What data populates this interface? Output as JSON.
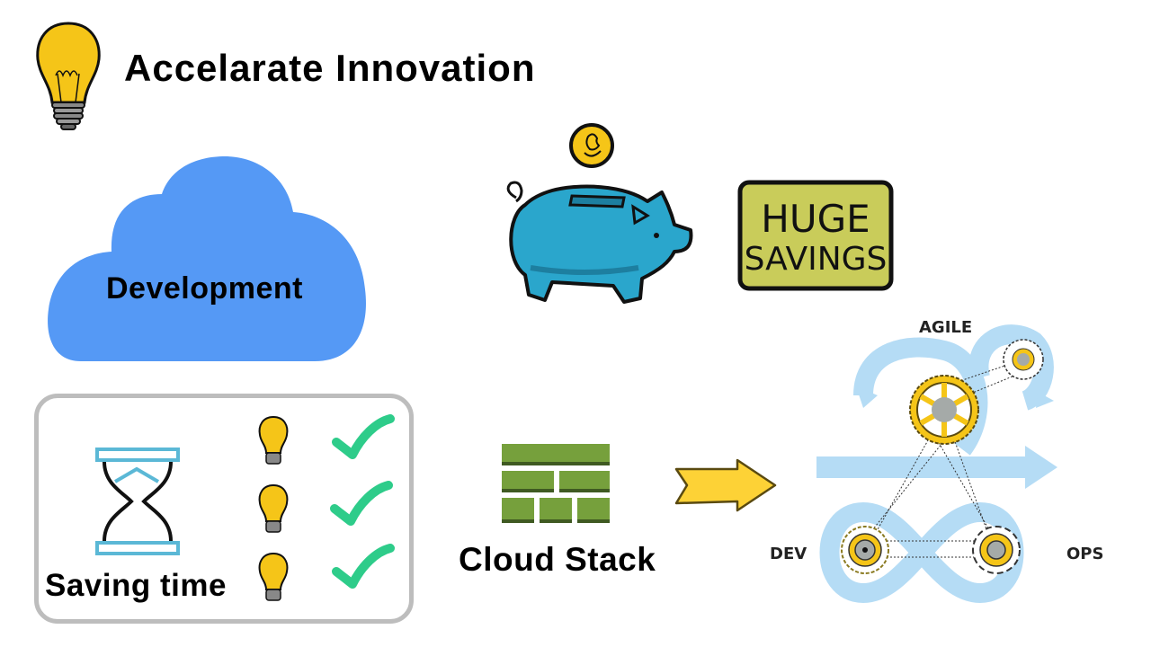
{
  "header": {
    "title": "Accelarate Innovation",
    "icon": "lightbulb-icon"
  },
  "cloud": {
    "label": "Development",
    "color": "#5599f5"
  },
  "savings": {
    "piggy_color": "#2aa6cc",
    "coin_color": "#f5c518",
    "sign_line1": "HUGE",
    "sign_line2": "SAVINGS",
    "sign_color": "#c9cc5a"
  },
  "saving_time_panel": {
    "label": "Saving time",
    "hourglass_color": "#5bb8d6",
    "items": [
      {
        "icon": "lightbulb-icon",
        "status": "check-icon"
      },
      {
        "icon": "lightbulb-icon",
        "status": "check-icon"
      },
      {
        "icon": "lightbulb-icon",
        "status": "check-icon"
      }
    ],
    "check_color": "#2ecc8a"
  },
  "cloud_stack": {
    "label": "Cloud Stack",
    "brick_color": "#76a03c",
    "arrow_color": "#fdd236"
  },
  "devops_diagram": {
    "labels": {
      "top": "AGILE",
      "left": "DEV",
      "right": "OPS"
    },
    "loop_color": "#b5dcf5",
    "gear_color": "#f5c518"
  }
}
